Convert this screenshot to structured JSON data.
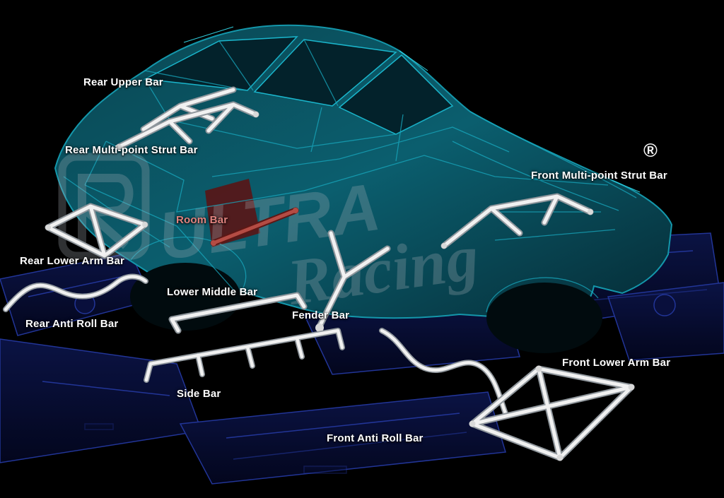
{
  "title": "Ultra Racing chassis reinforcement bars diagram",
  "watermark": {
    "brand_line1": "ULTRA",
    "brand_line2": "Racing",
    "registered_mark": "®"
  },
  "labels": {
    "rear_upper_bar": "Rear Upper Bar",
    "rear_multi_point_strut_bar": "Rear Multi-point Strut Bar",
    "room_bar": "Room Bar",
    "front_multi_point_strut_bar": "Front Multi-point Strut Bar",
    "rear_lower_arm_bar": "Rear Lower Arm Bar",
    "lower_middle_bar": "Lower Middle Bar",
    "fender_bar": "Fender Bar",
    "rear_anti_roll_bar": "Rear Anti Roll Bar",
    "side_bar": "Side Bar",
    "front_anti_roll_bar": "Front Anti Roll Bar",
    "front_lower_arm_bar": "Front Lower Arm Bar"
  },
  "colors": {
    "background": "#000000",
    "car_body_teal": "#0b5e6e",
    "car_line_teal": "#18a9bf",
    "chassis_blue": "#16247c",
    "bar_white": "#f1f1f1",
    "room_bar_red": "#b44c44",
    "label_text": "#ffffff",
    "room_bar_label_text": "#e0837f",
    "watermark_gray": "#aeb4bb"
  }
}
